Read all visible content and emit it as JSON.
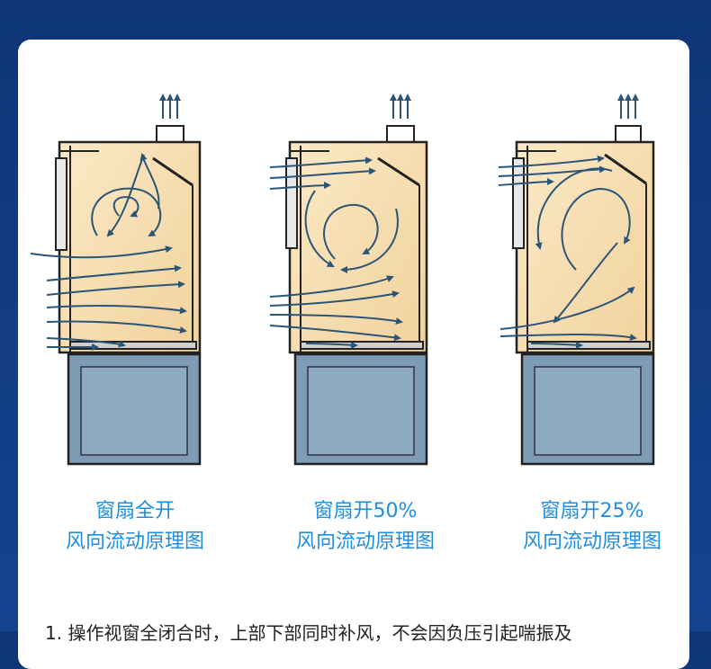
{
  "colors": {
    "accent": "#1f8de0",
    "cabinet_fill": "#f6dcae",
    "base_fill": "#7e9cb6",
    "arrow": "#2b5576",
    "background": "#14438f"
  },
  "panels": [
    {
      "id": "full",
      "title": "窗扇全开",
      "subtitle": "风向流动原理图"
    },
    {
      "id": "p50",
      "title": "窗扇开50%",
      "subtitle": "风向流动原理图"
    },
    {
      "id": "p25",
      "title": "窗扇开25%",
      "subtitle": "风向流动原理图"
    }
  ],
  "note": "1. 操作视窗全闭合时，上部下部同时补风，不会因负压引起喘振及"
}
